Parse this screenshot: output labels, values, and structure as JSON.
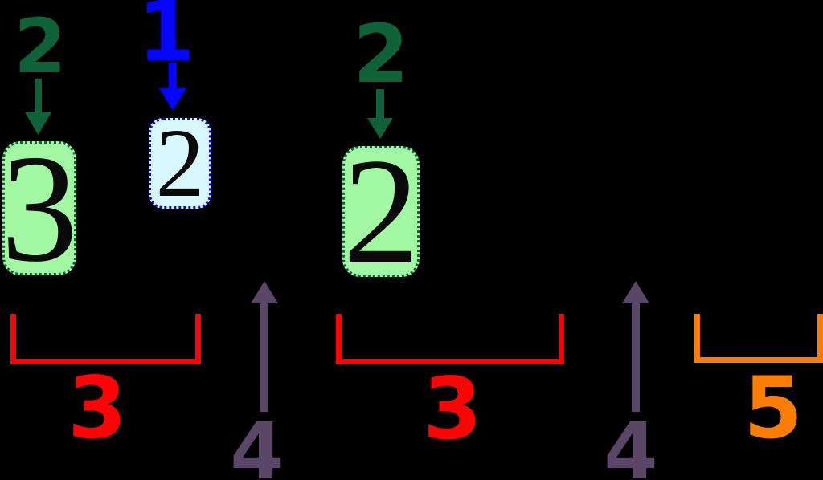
{
  "diagram": {
    "background": "#000000",
    "colors": {
      "dark_green": "#0f6238",
      "light_green": "#a2f8a2",
      "blue": "#0505fc",
      "light_cyan": "#d9f7ff",
      "red": "#fa0505",
      "orange": "#fb7d05",
      "purple": "#5a4768",
      "digit_black": "#0a0a0a"
    },
    "cards": [
      {
        "value": "3",
        "step_label": "2"
      },
      {
        "value": "2",
        "step_label": "1"
      },
      {
        "value": "2",
        "step_label": "2"
      }
    ],
    "brackets": [
      {
        "label": "3"
      },
      {
        "label": "3"
      },
      {
        "label": "5"
      }
    ],
    "up_arrows": [
      {
        "label": "4"
      },
      {
        "label": "4"
      }
    ]
  }
}
